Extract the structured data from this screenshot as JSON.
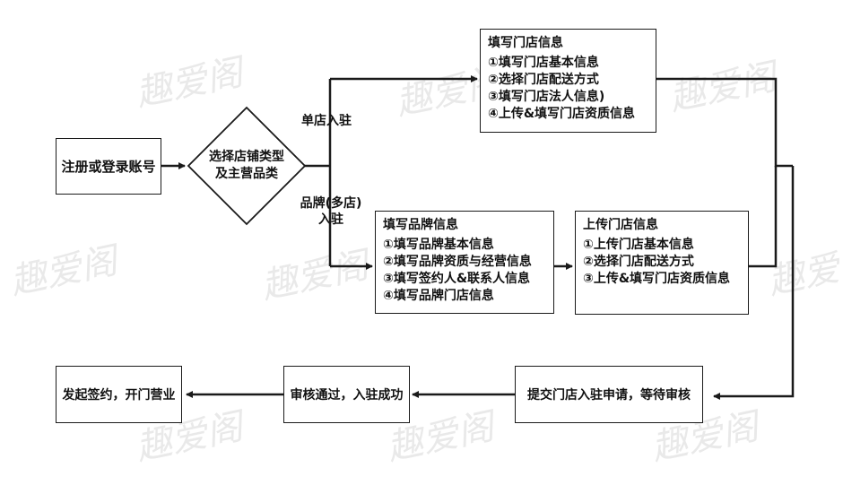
{
  "watermark": "趣爱阁",
  "nodes": {
    "register": "注册或登录账号",
    "choose_type_line1": "选择店铺类型",
    "choose_type_line2": "及主营品类",
    "single_store": {
      "title": "填写门店信息",
      "items": [
        "①填写门店基本信息",
        "②选择门店配送方式",
        "③填写门店法人信息)",
        "④上传&填写门店资质信息"
      ]
    },
    "brand_info": {
      "title": "填写品牌信息",
      "items": [
        "①填写品牌基本信息",
        "②填写品牌资质与经营信息",
        "③填写签约人&联系人信息",
        "④填写品牌门店信息"
      ]
    },
    "upload_store": {
      "title": "上传门店信息",
      "items": [
        "①上传门店基本信息",
        "②选择门店配送方式",
        "③上传&填写门店资质信息"
      ]
    },
    "submit": "提交门店入驻申请，等待审核",
    "approved": "审核通过，入驻成功",
    "sign": "发起签约，开门营业"
  },
  "edge_labels": {
    "single": "单店入驻",
    "brand_line1": "品牌(多店)",
    "brand_line2": "入驻"
  }
}
